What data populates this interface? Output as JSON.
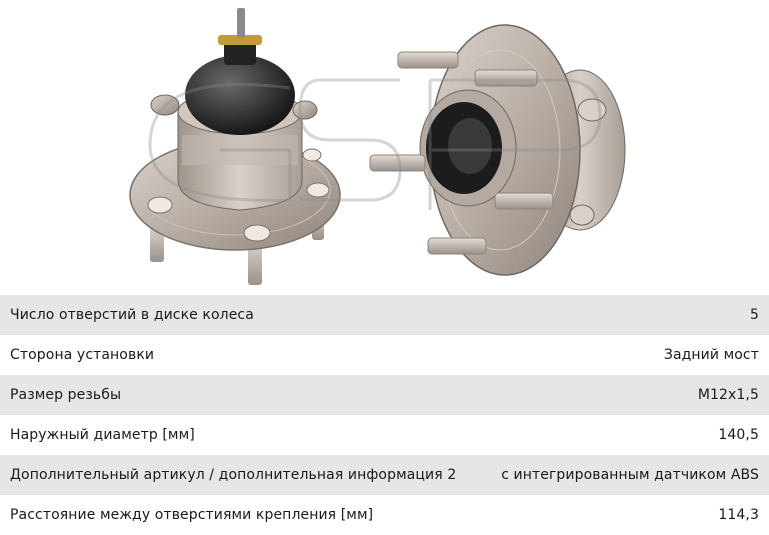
{
  "photo": {
    "description_icons": [
      "hub-bearing-rear-view",
      "hub-bearing-front-view",
      "brand-watermark"
    ]
  },
  "specs": [
    {
      "name": "Число отверстий в диске колеса",
      "value": "5"
    },
    {
      "name": "Сторона установки",
      "value": "Задний мост"
    },
    {
      "name": "Размер резьбы",
      "value": "M12x1,5"
    },
    {
      "name": "Наружный диаметр [мм]",
      "value": "140,5"
    },
    {
      "name": "Дополнительный артикул / дополнительная информация 2",
      "value": "с интегрированным датчиком ABS"
    },
    {
      "name": "Расстояние между отверстиями крепления [мм]",
      "value": "114,3"
    }
  ]
}
